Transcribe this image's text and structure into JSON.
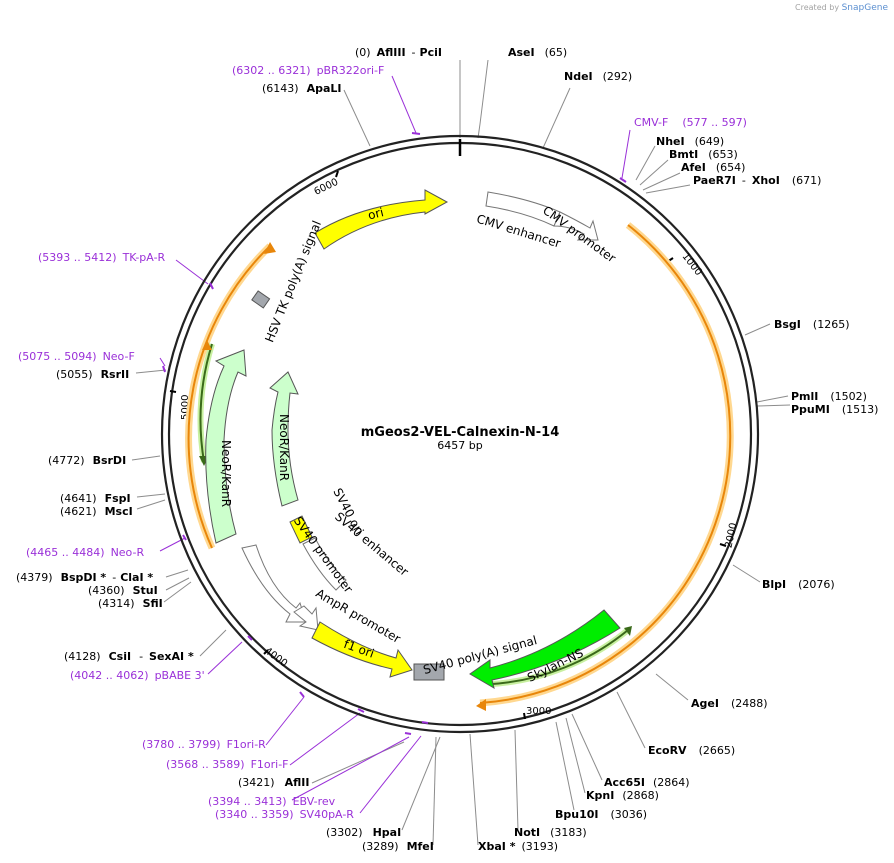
{
  "header": {
    "created_by": "Created by",
    "brand": "SnapGene"
  },
  "plasmid": {
    "name": "mGeos2-VEL-Calnexin-N-14",
    "length_label": "6457 bp"
  },
  "sites": [
    {
      "name": "AflIII",
      "name2": "PciI",
      "pos": "(0)"
    },
    {
      "name": "AseI",
      "pos": "(65)"
    },
    {
      "name": "NdeI",
      "pos": "(292)"
    },
    {
      "name": "NheI",
      "pos": "(649)"
    },
    {
      "name": "BmtI",
      "pos": "(653)"
    },
    {
      "name": "AfeI",
      "pos": "(654)"
    },
    {
      "name": "PaeR7I",
      "name2": "XhoI",
      "pos": "(671)"
    },
    {
      "name": "BsgI",
      "pos": "(1265)"
    },
    {
      "name": "PmlI",
      "pos": "(1502)"
    },
    {
      "name": "PpuMI",
      "pos": "(1513)"
    },
    {
      "name": "BlpI",
      "pos": "(2076)"
    },
    {
      "name": "AgeI",
      "pos": "(2488)"
    },
    {
      "name": "EcoRV",
      "pos": "(2665)"
    },
    {
      "name": "Acc65I",
      "pos": "(2864)"
    },
    {
      "name": "KpnI",
      "pos": "(2868)"
    },
    {
      "name": "Bpu10I",
      "pos": "(3036)"
    },
    {
      "name": "NotI",
      "pos": "(3183)"
    },
    {
      "name": "XbaI *",
      "pos": "(3193)"
    },
    {
      "name": "HpaI",
      "pos": "(3302)"
    },
    {
      "name": "MfeI",
      "pos": "(3289)"
    },
    {
      "name": "AflII",
      "pos": "(3421)"
    },
    {
      "name": "CsiI",
      "name2": "SexAI *",
      "pos": "(4128)"
    },
    {
      "name": "SfiI",
      "pos": "(4314)"
    },
    {
      "name": "StuI",
      "pos": "(4360)"
    },
    {
      "name": "BspDI *",
      "name2": "ClaI *",
      "pos": "(4379)"
    },
    {
      "name": "MscI",
      "pos": "(4621)"
    },
    {
      "name": "FspI",
      "pos": "(4641)"
    },
    {
      "name": "BsrDI",
      "pos": "(4772)"
    },
    {
      "name": "RsrII",
      "pos": "(5055)"
    },
    {
      "name": "ApaLI",
      "pos": "(6143)"
    }
  ],
  "primers": [
    {
      "range": "(6302 .. 6321)",
      "name": "pBR322ori-F"
    },
    {
      "name": "CMV-F",
      "range": "(577 .. 597)"
    },
    {
      "range": "(5393 .. 5412)",
      "name": "TK-pA-R"
    },
    {
      "range": "(5075 .. 5094)",
      "name": "Neo-F"
    },
    {
      "range": "(4465 .. 4484)",
      "name": "Neo-R"
    },
    {
      "range": "(4042 .. 4062)",
      "name": "pBABE 3'"
    },
    {
      "range": "(3780 .. 3799)",
      "name": "F1ori-R"
    },
    {
      "range": "(3568 .. 3589)",
      "name": "F1ori-F"
    },
    {
      "range": "(3394 .. 3413)",
      "name": "EBV-rev"
    },
    {
      "range": "(3340 .. 3359)",
      "name": "SV40pA-R"
    }
  ],
  "ticks": [
    "1000",
    "2000",
    "3000",
    "4000",
    "5000",
    "6000"
  ],
  "features": [
    "ori",
    "CMV enhancer",
    "CMV promoter",
    "HSV TK poly(A) signal",
    "NeoR/KanR",
    "NeoR/KanR",
    "SV40 ori",
    "SV40 enhancer",
    "SV40 promoter",
    "AmpR promoter",
    "f1 ori",
    "SV40 poly(A) signal",
    "Skylan-NS"
  ],
  "colors": {
    "primer": "#9a30d8",
    "ori": "#ffff00",
    "neo": "#ccffcc",
    "skylan": "#00ee00",
    "orf_arc": "#e8860a",
    "orf_glow": "#ffd890",
    "gray_box": "#a3a7ad",
    "gray_line": "#8c8c8c",
    "backbone": "#222222"
  }
}
